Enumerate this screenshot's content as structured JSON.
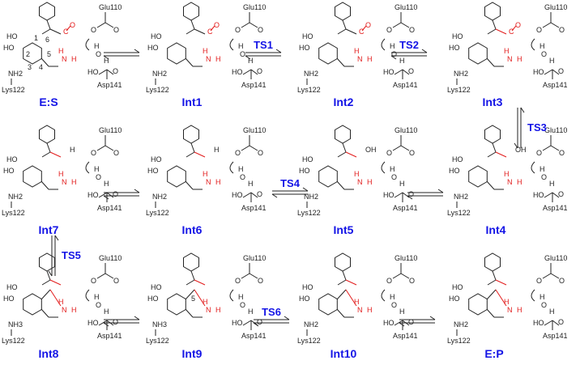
{
  "colors": {
    "label": "#1414e6",
    "highlight": "#e21b1b",
    "bond": "#222222"
  },
  "residues": {
    "glu": "Glu110",
    "asp": "Asp141",
    "lys": "Lys122",
    "nh2": "NH2",
    "nh3": "NH3"
  },
  "atoms": {
    "ho": "HO",
    "o": "O",
    "h": "H",
    "n": "N",
    "c": "C",
    "oh": "OH"
  },
  "ring_numbers": [
    "1",
    "2",
    "3",
    "4",
    "5",
    "6"
  ],
  "panels": [
    {
      "label": "E:S"
    },
    {
      "label": "Int1"
    },
    {
      "label": "Int2"
    },
    {
      "label": "Int3"
    },
    {
      "label": "Int7"
    },
    {
      "label": "Int6"
    },
    {
      "label": "Int5"
    },
    {
      "label": "Int4"
    },
    {
      "label": "Int8"
    },
    {
      "label": "Int9"
    },
    {
      "label": "Int10"
    },
    {
      "label": "E:P"
    }
  ],
  "transitions": [
    "TS1",
    "TS2",
    "TS3",
    "TS4",
    "TS5",
    "TS6"
  ]
}
